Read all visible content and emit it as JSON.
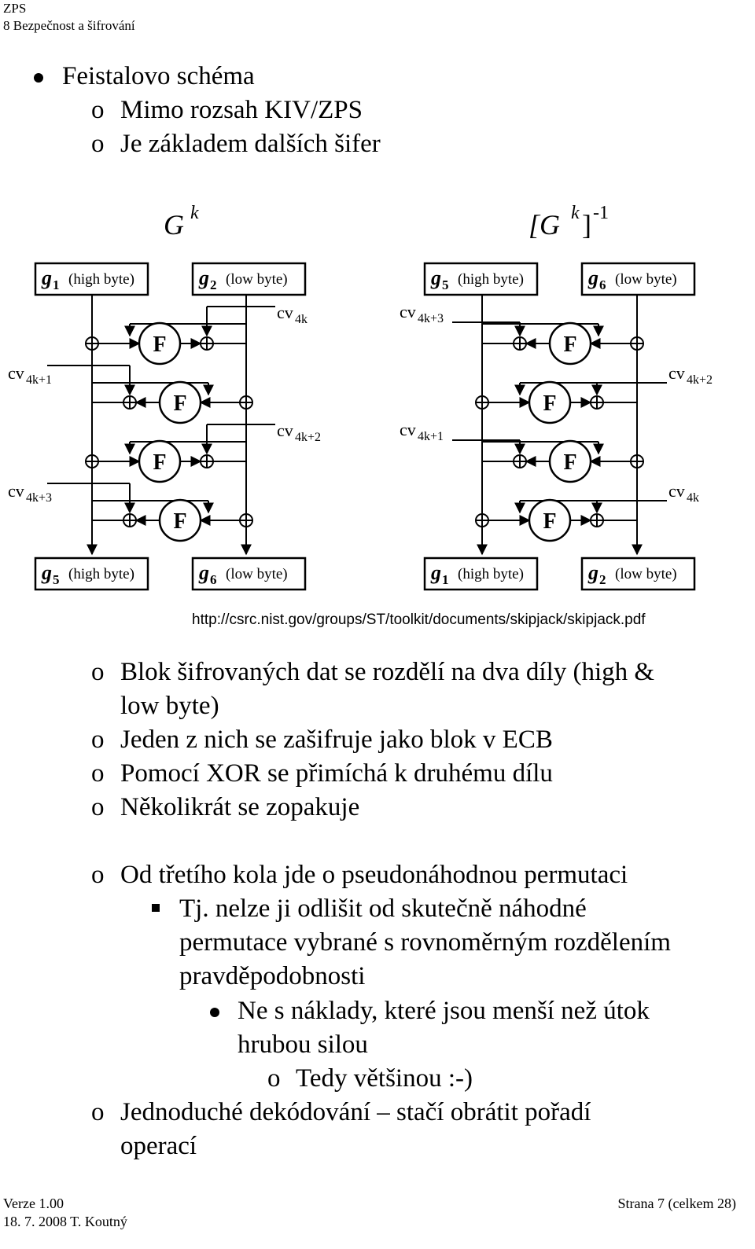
{
  "header": {
    "doc": "ZPS",
    "chapter": "8 Bezpečnost a šifrování"
  },
  "intro": {
    "bullet": "Feistalovo schéma",
    "subs": [
      "Mimo rozsah KIV/ZPS",
      "Je základem dalších šifer"
    ]
  },
  "diagram": {
    "left": {
      "title_base": "G",
      "title_sup": "k",
      "in_left": {
        "var": "g",
        "sub": "1",
        "label": "(high byte)"
      },
      "in_right": {
        "var": "g",
        "sub": "2",
        "label": "(low byte)"
      },
      "out_left": {
        "var": "g",
        "sub": "5",
        "label": "(high byte)"
      },
      "out_right": {
        "var": "g",
        "sub": "6",
        "label": "(low byte)"
      },
      "cv": [
        {
          "base": "cv",
          "sub": "4k"
        },
        {
          "base": "cv",
          "sub": "4k+1"
        },
        {
          "base": "cv",
          "sub": "4k+2"
        },
        {
          "base": "cv",
          "sub": "4k+3"
        }
      ]
    },
    "right": {
      "title_base": "[G",
      "title_sup": "k",
      "title_end": "]",
      "title_sup2": "-1",
      "in_left": {
        "var": "g",
        "sub": "5",
        "label": "(high byte)"
      },
      "in_right": {
        "var": "g",
        "sub": "6",
        "label": "(low byte)"
      },
      "out_left": {
        "var": "g",
        "sub": "1",
        "label": "(high byte)"
      },
      "out_right": {
        "var": "g",
        "sub": "2",
        "label": "(low byte)"
      },
      "cv": [
        {
          "base": "cv",
          "sub": "4k+3"
        },
        {
          "base": "cv",
          "sub": "4k+2"
        },
        {
          "base": "cv",
          "sub": "4k+1"
        },
        {
          "base": "cv",
          "sub": "4k"
        }
      ]
    },
    "f_label": "F"
  },
  "source_url": "http://csrc.nist.gov/groups/ST/toolkit/documents/skipjack/skipjack.pdf",
  "body": {
    "markers": {
      "sub": "o"
    },
    "blok1": "Blok šifrovaných dat se rozdělí na dva díly (high &",
    "blok2": "low byte)",
    "jeden": "Jeden z nich se zašifruje jako blok v ECB",
    "pomoci": "Pomocí XOR se přimíchá k druhému dílu",
    "nekolikrat": "Několikrát se zopakuje",
    "od_tretiho": "Od třetího kola jde o pseudonáhodnou permutaci",
    "tj1": "Tj. nelze ji odlišit od skutečně náhodné",
    "tj2": "permutace vybrané s rovnoměrným rozdělením",
    "tj3": "pravděpodobnosti",
    "ne1": "Ne s náklady, které jsou menší než útok",
    "ne2": "hrubou silou",
    "tedy": "Tedy většinou :-)",
    "jedn1": "Jednoduché dekódování – stačí obrátit pořadí",
    "jedn2": "operací"
  },
  "footer": {
    "version": "Verze 1.00",
    "date_author": "18. 7. 2008 T. Koutný",
    "page": "Strana 7 (celkem 28)"
  }
}
